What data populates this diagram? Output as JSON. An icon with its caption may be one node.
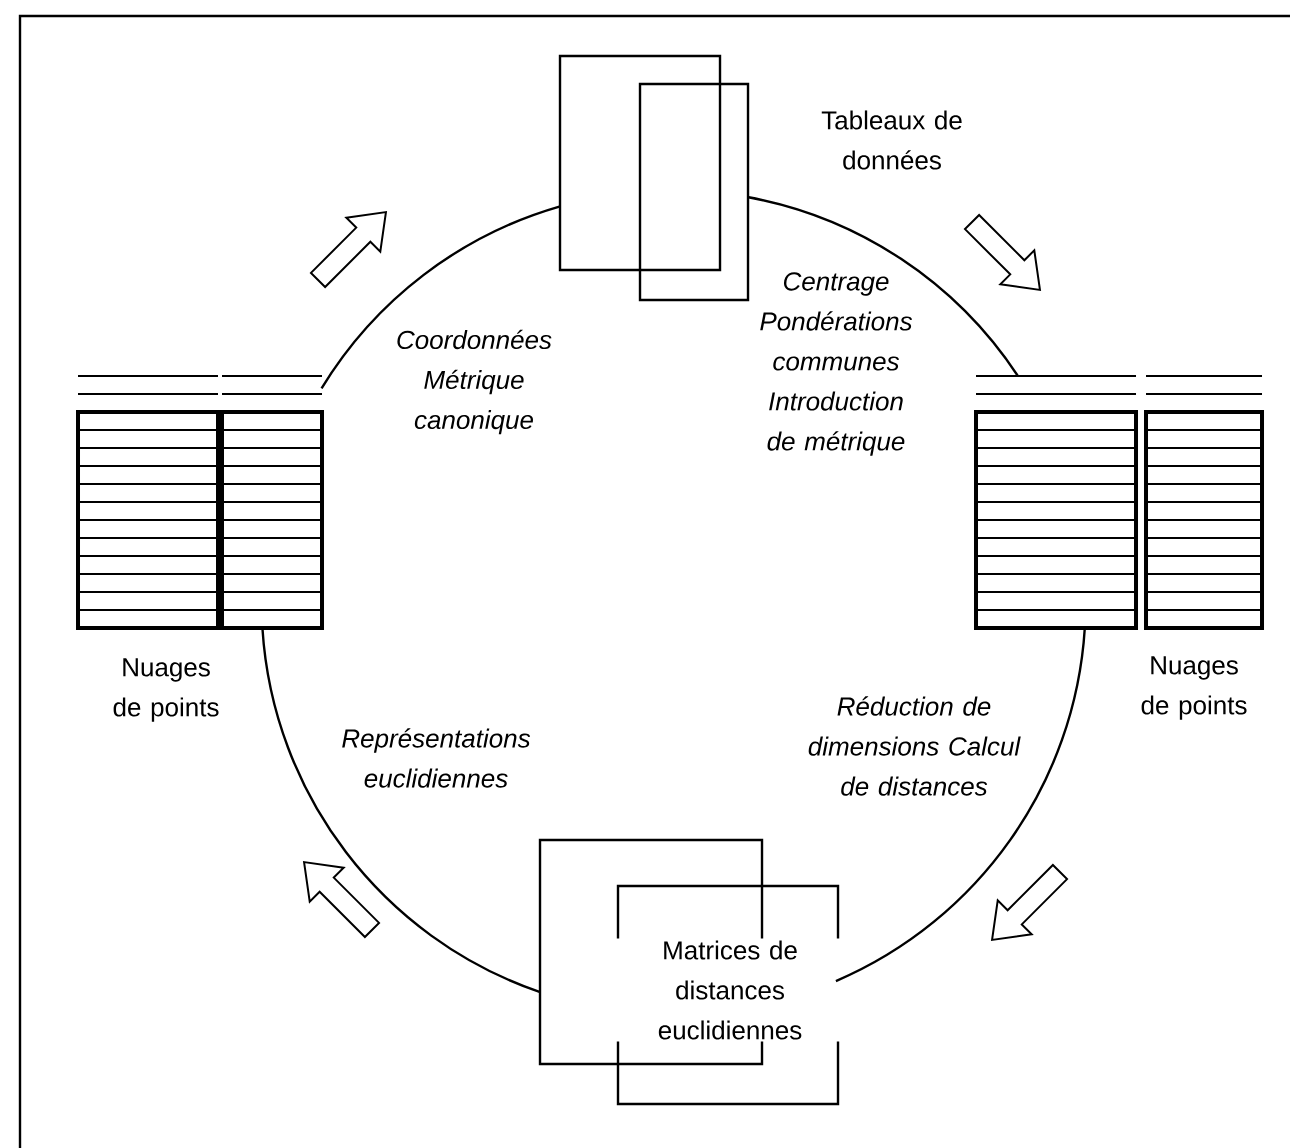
{
  "diagram": {
    "nodes": [
      {
        "text": [
          "Tableaux de données"
        ]
      },
      {
        "text": [
          "Nuages de points"
        ]
      },
      {
        "text": [
          "Matrices de distances euclidiennes"
        ]
      },
      {
        "text": [
          "Nuages de points"
        ]
      }
    ],
    "edges": [
      {
        "from": 0,
        "to": 1,
        "arrow": "none"
      },
      {
        "from": 1,
        "to": 2,
        "arrow": "none"
      },
      {
        "from": 2,
        "to": 3,
        "arrow": "none"
      },
      {
        "from": 3,
        "to": 0,
        "arrow": "none"
      }
    ],
    "labels": [
      "Coordonnées Métrique canonique",
      "Centrage Pondérations communes Introduction de métrique",
      "Réduction de dimensions Calcul de distances",
      "Représentations euclidiennes"
    ]
  }
}
